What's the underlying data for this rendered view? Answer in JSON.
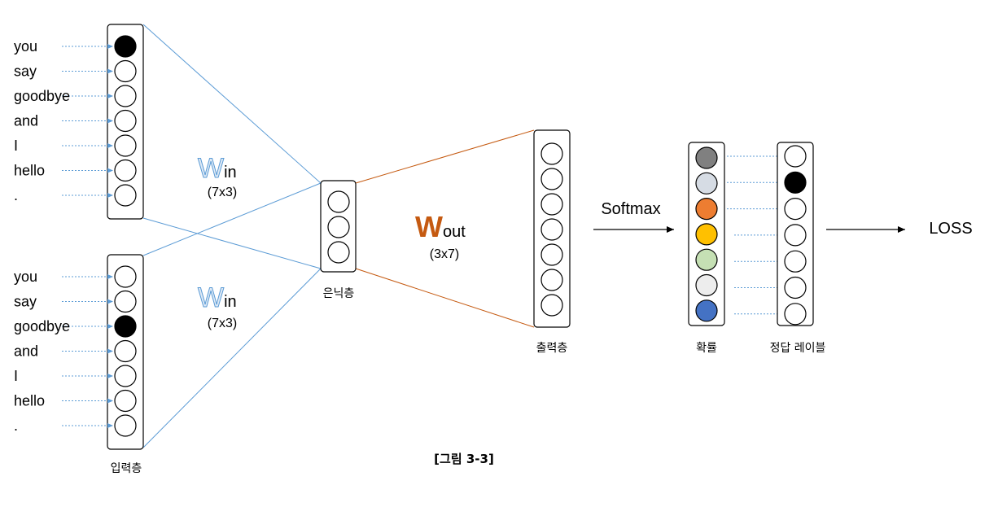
{
  "words_top": [
    "you",
    "say",
    "goodbye",
    "and",
    "I",
    "hello",
    "."
  ],
  "words_bottom": [
    "you",
    "say",
    "goodbye",
    "and",
    "I",
    "hello",
    "."
  ],
  "input_top_active_index": 0,
  "input_bottom_active_index": 2,
  "input_layer_label": "입력층",
  "hidden_layer_label": "은닉층",
  "output_layer_label": "출력층",
  "prob_label": "확률",
  "answer_label_title": "정답 레이블",
  "w_in_top": {
    "letter": "W",
    "sub": "in",
    "dim": "(7x3)"
  },
  "w_in_bottom": {
    "letter": "W",
    "sub": "in",
    "dim": "(7x3)"
  },
  "w_out": {
    "letter": "W",
    "sub": "out",
    "dim": "(3x7)"
  },
  "softmax_label": "Softmax",
  "loss_label": "LOSS",
  "caption": "[그림 3-3]",
  "prob_colors": [
    "#808080",
    "#d6dce4",
    "#ed7d31",
    "#ffc000",
    "#c5e0b4",
    "#ededed",
    "#4472c4"
  ],
  "answer_active_index": 1,
  "colors": {
    "w_in": "#5b9bd5",
    "w_out": "#c55a11",
    "arrow_blue": "#5b9bd5"
  }
}
